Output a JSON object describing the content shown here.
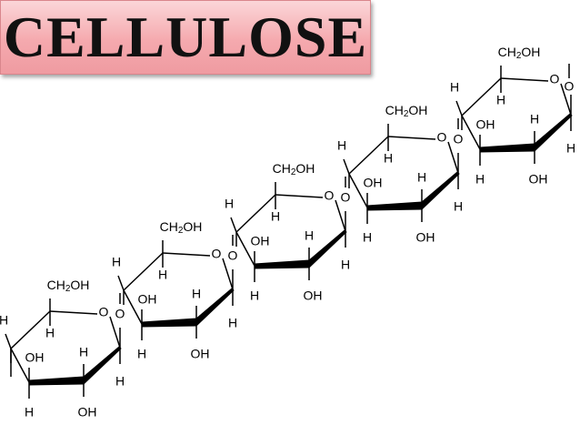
{
  "title": "CELLULOSE",
  "labels": {
    "ch2oh": "CH2OH",
    "ring_o": "O",
    "link_o": "O",
    "h": "H",
    "oh": "OH"
  },
  "structure": {
    "units": 5,
    "repeat": "glucose"
  }
}
